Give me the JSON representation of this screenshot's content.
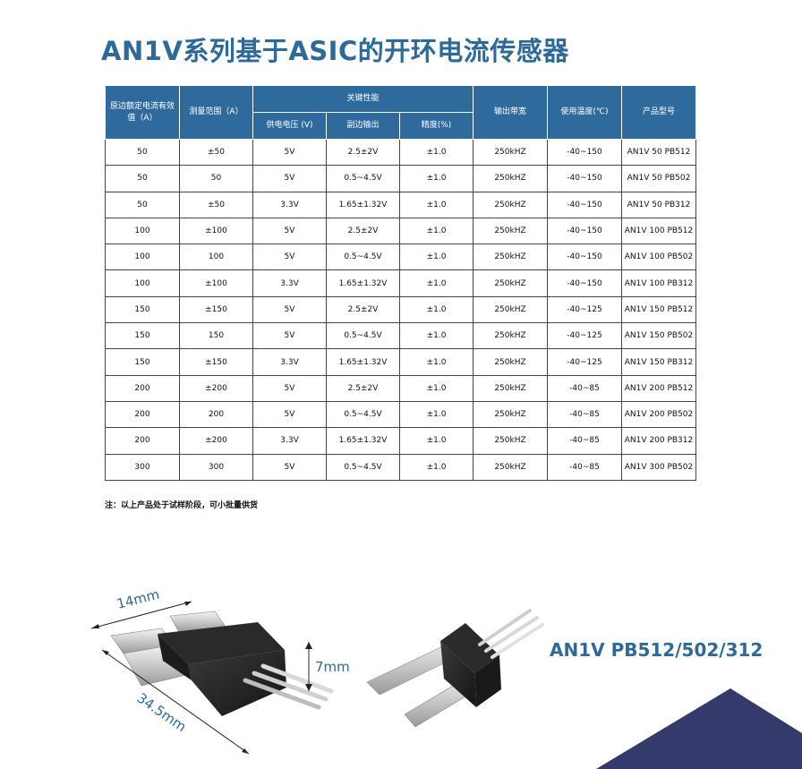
{
  "title": "AN1V系列基于ASIC的开环电流传感器",
  "table": {
    "headers": {
      "rated_current": "原边额定电流有效值（A）",
      "measure_range": "测量范围（A）",
      "key_performance": "关键性能",
      "supply_voltage": "供电电压 (V)",
      "secondary_output": "副边输出",
      "accuracy": "精度(%)",
      "bandwidth": "输出带宽",
      "temperature": "使用温度(℃)",
      "model": "产品型号"
    },
    "rows": [
      [
        "50",
        "±50",
        "5V",
        "2.5±2V",
        "±1.0",
        "250kHZ",
        "-40~150",
        "AN1V 50 PB512"
      ],
      [
        "50",
        "50",
        "5V",
        "0.5~4.5V",
        "±1.0",
        "250kHZ",
        "-40~150",
        "AN1V 50 PB502"
      ],
      [
        "50",
        "±50",
        "3.3V",
        "1.65±1.32V",
        "±1.0",
        "250kHZ",
        "-40~150",
        "AN1V 50 PB312"
      ],
      [
        "100",
        "±100",
        "5V",
        "2.5±2V",
        "±1.0",
        "250kHZ",
        "-40~150",
        "AN1V 100 PB512"
      ],
      [
        "100",
        "100",
        "5V",
        "0.5~4.5V",
        "±1.0",
        "250kHZ",
        "-40~150",
        "AN1V 100 PB502"
      ],
      [
        "100",
        "±100",
        "3.3V",
        "1.65±1.32V",
        "±1.0",
        "250kHZ",
        "-40~150",
        "AN1V 100 PB312"
      ],
      [
        "150",
        "±150",
        "5V",
        "2.5±2V",
        "±1.0",
        "250kHZ",
        "-40~125",
        "AN1V 150 PB512"
      ],
      [
        "150",
        "150",
        "5V",
        "0.5~4.5V",
        "±1.0",
        "250kHZ",
        "-40~125",
        "AN1V 150 PB502"
      ],
      [
        "150",
        "±150",
        "3.3V",
        "1.65±1.32V",
        "±1.0",
        "250kHZ",
        "-40~125",
        "AN1V 150 PB312"
      ],
      [
        "200",
        "±200",
        "5V",
        "2.5±2V",
        "±1.0",
        "250kHZ",
        "-40~85",
        "AN1V 200 PB512"
      ],
      [
        "200",
        "200",
        "5V",
        "0.5~4.5V",
        "±1.0",
        "250kHZ",
        "-40~85",
        "AN1V 200 PB502"
      ],
      [
        "200",
        "±200",
        "3.3V",
        "1.65±1.32V",
        "±1.0",
        "250kHZ",
        "-40~85",
        "AN1V 200 PB312"
      ],
      [
        "300",
        "300",
        "5V",
        "0.5~4.5V",
        "±1.0",
        "250kHZ",
        "-40~85",
        "AN1V 300 PB502"
      ]
    ]
  },
  "note": "注：以上产品处于试样阶段，可小批量供货",
  "dimensions": {
    "width": "14mm",
    "length": "34.5mm",
    "height": "7mm"
  },
  "product_name": "AN1V PB512/502/312",
  "colors": {
    "primary_blue": "#2e6b9c",
    "corner_navy": "#343a6b"
  }
}
